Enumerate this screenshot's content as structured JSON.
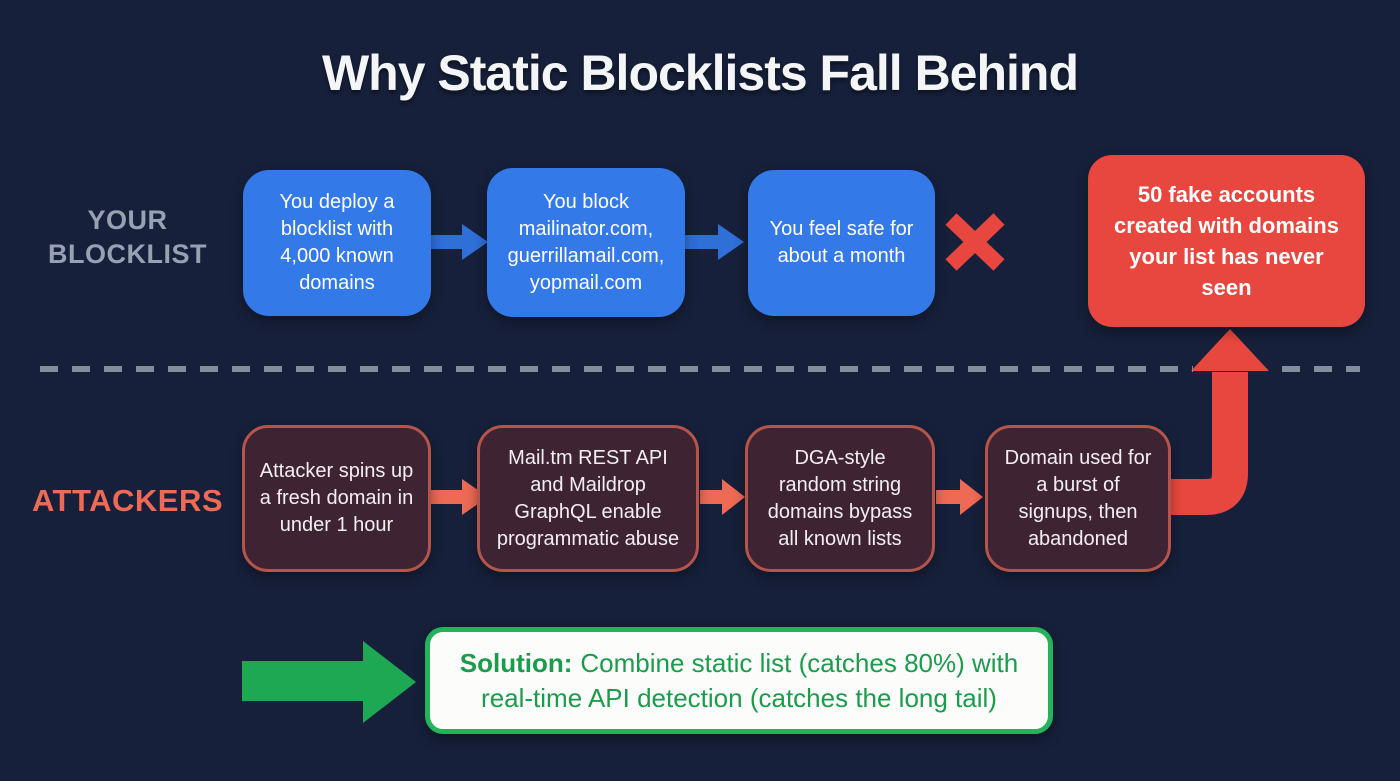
{
  "title": "Why Static Blocklists Fall Behind",
  "colors": {
    "bg": "#16203a",
    "blue_box": "#3379e8",
    "blue_arrow": "#2e6fd8",
    "red": "#e8473f",
    "coral": "#ee6a55",
    "attacker_fill": "#3e2433",
    "attacker_border": "#b5544a",
    "green": "#1fa854",
    "divider": "#848d9e",
    "label_gray": "#98a1b3",
    "solution_text": "#1a9c4c"
  },
  "blocklist_row": {
    "label": "YOUR BLOCKLIST",
    "steps": [
      "You deploy a blocklist with 4,000 known domains",
      "You block mailinator.com, guerrillamail.com, yopmail.com",
      "You feel safe for about a month"
    ],
    "outcome": "50 fake accounts created with domains your list has never seen"
  },
  "attackers_row": {
    "label": "ATTACKERS",
    "steps": [
      "Attacker spins up a fresh domain in under 1 hour",
      "Mail.tm REST API and Maildrop GraphQL enable programmatic abuse",
      "DGA-style random string domains bypass all known lists",
      "Domain used for a burst of signups, then abandoned"
    ]
  },
  "solution": {
    "label": "Solution:",
    "text": "Combine static list (catches 80%) with real-time API detection (catches the long tail)"
  }
}
